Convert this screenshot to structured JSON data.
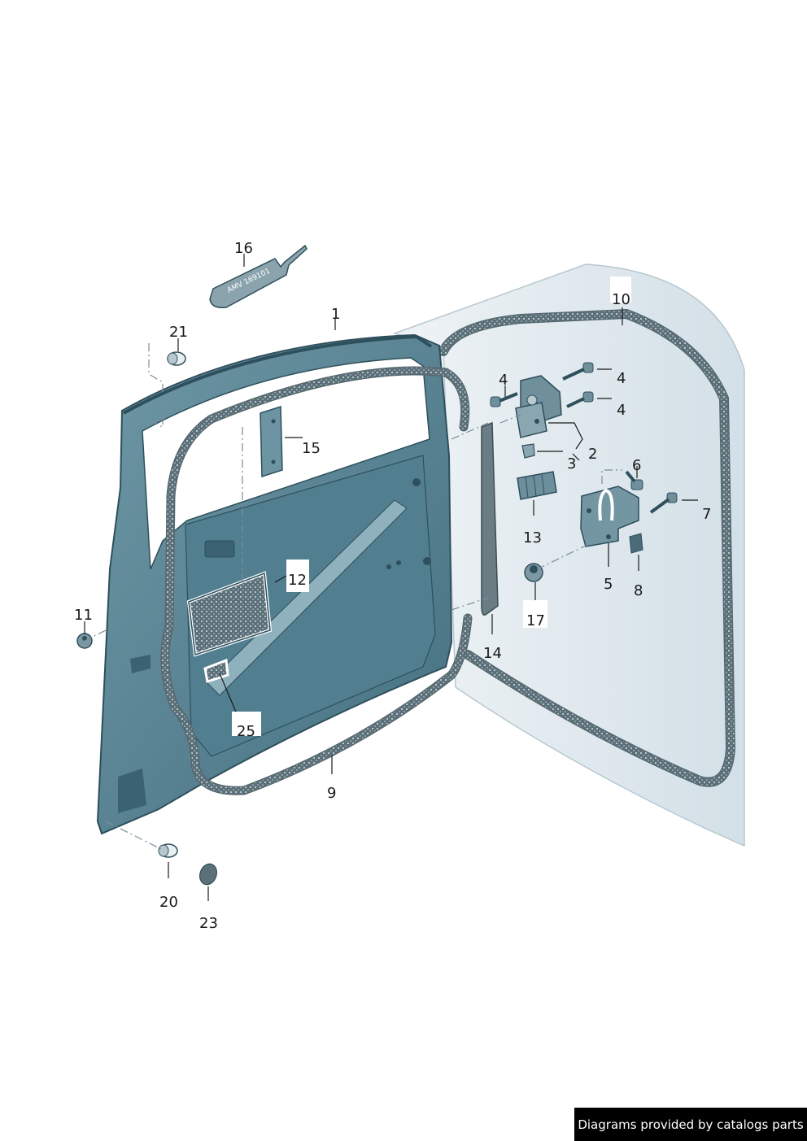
{
  "labels": {
    "p1": "1",
    "p2": "2",
    "p3": "3",
    "p4a": "4",
    "p4b": "4",
    "p4c": "4",
    "p5": "5",
    "p6": "6",
    "p7": "7",
    "p8": "8",
    "p9": "9",
    "p10": "10",
    "p11": "11",
    "p12": "12",
    "p13": "13",
    "p14": "14",
    "p15": "15",
    "p16": "16",
    "p17": "17",
    "p20": "20",
    "p21": "21",
    "p23": "23",
    "p25": "25"
  },
  "tube_text": "AMV 169101",
  "credit": "Diagrams provided by catalogs parts",
  "colors": {
    "door_panel": "#4f7b8c",
    "door_dark": "#3a6272",
    "body_panel": "#dbe6ec",
    "seal": "#5c7079",
    "callout_bg": "#ffffff",
    "credit_bg": "#000000"
  }
}
